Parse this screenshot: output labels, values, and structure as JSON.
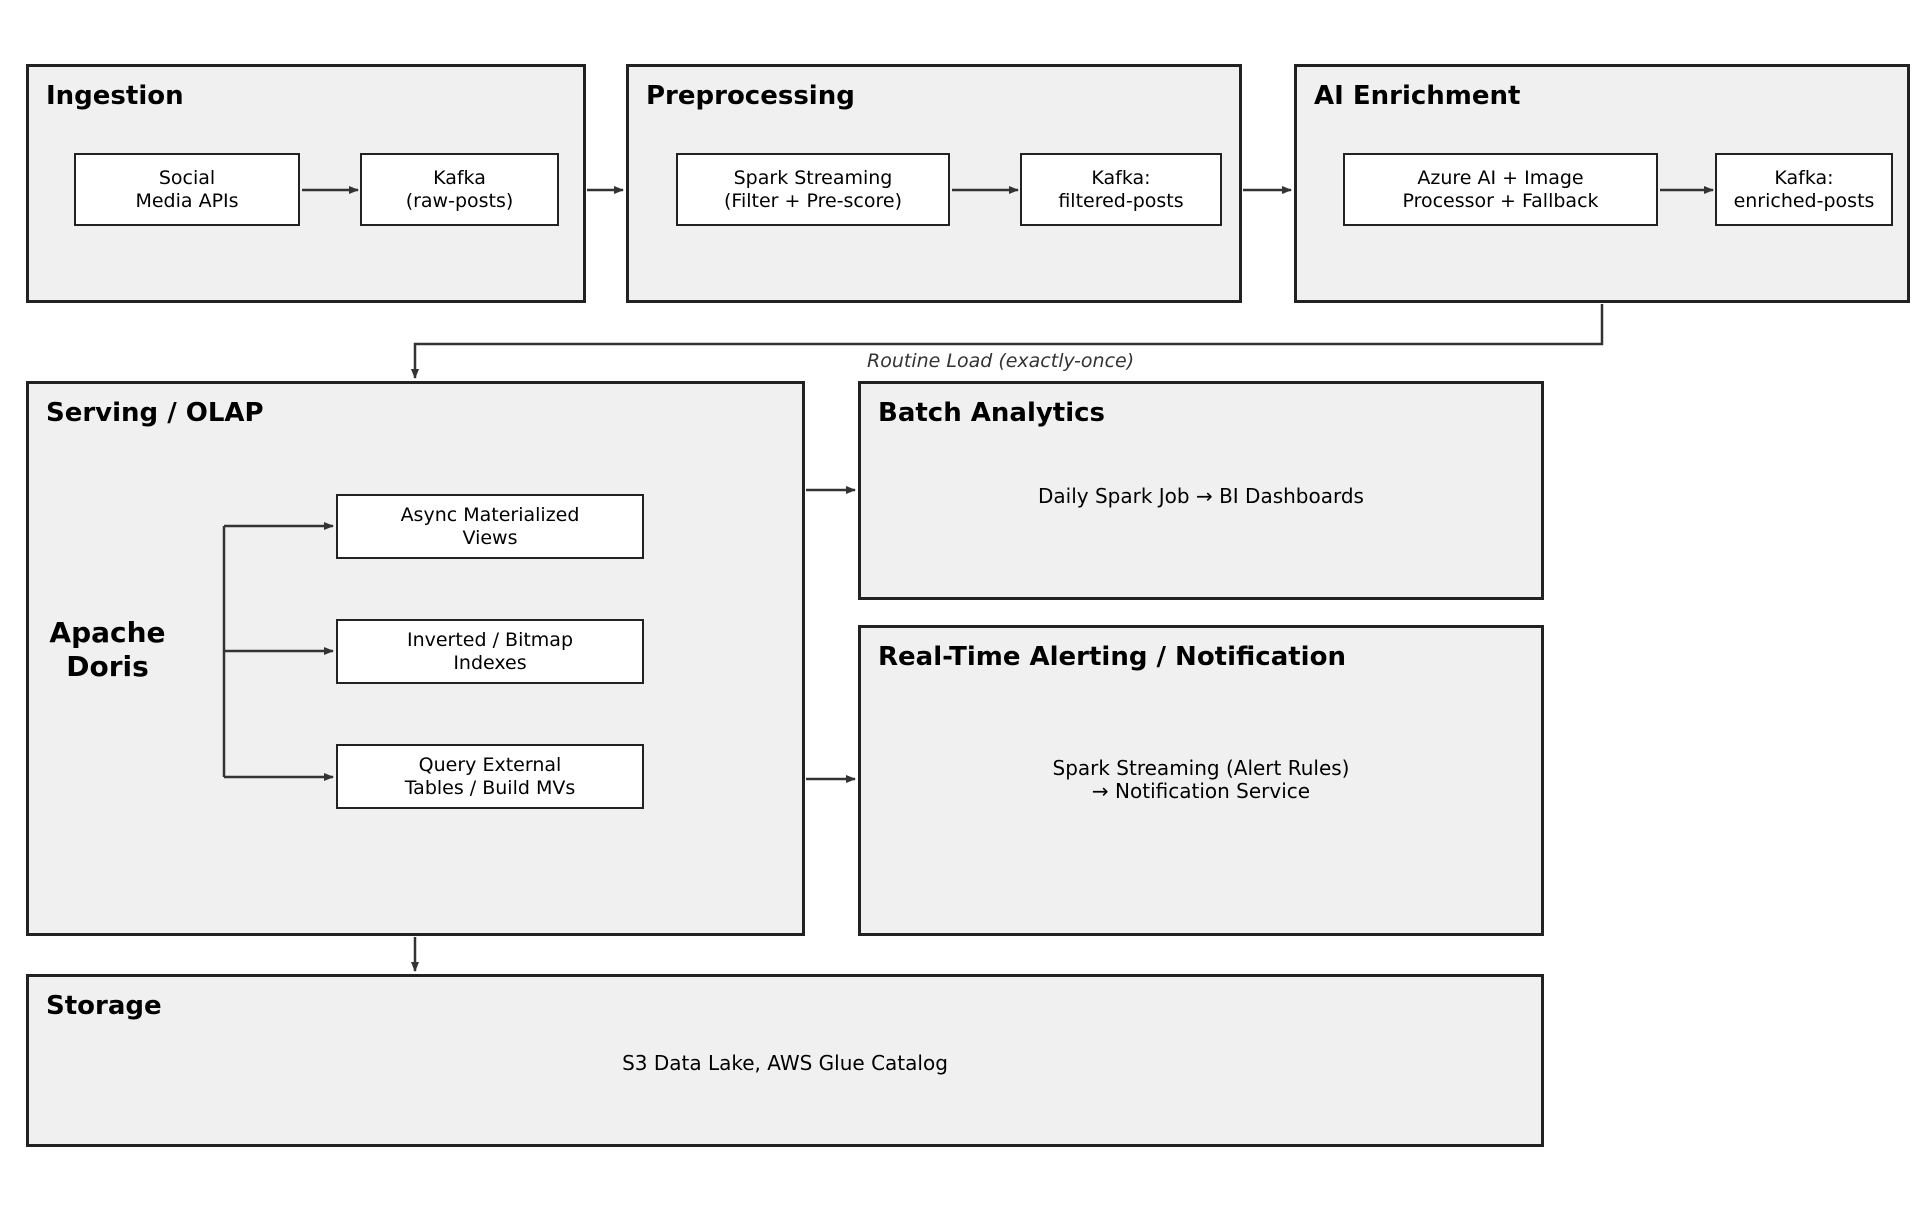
{
  "ingestion": {
    "title": "Ingestion",
    "social_media_apis": "Social\nMedia APIs",
    "kafka_raw_posts": "Kafka\n(raw-posts)"
  },
  "preprocessing": {
    "title": "Preprocessing",
    "spark_streaming": "Spark Streaming\n(Filter + Pre-score)",
    "kafka_filtered_posts": "Kafka:\nfiltered-posts"
  },
  "ai_enrichment": {
    "title": "AI Enrichment",
    "azure_ai": "Azure AI + Image\nProcessor + Fallback",
    "kafka_enriched_posts": "Kafka:\nenriched-posts"
  },
  "routine_load_label": "Routine Load (exactly-once)",
  "serving": {
    "title": "Serving / OLAP",
    "engine": "Apache\nDoris",
    "async_mv": "Async Materialized\nViews",
    "indexes": "Inverted / Bitmap\nIndexes",
    "external_tables": "Query External\nTables / Build MVs"
  },
  "batch_analytics": {
    "title": "Batch Analytics",
    "description": "Daily Spark Job → BI Dashboards"
  },
  "alerting": {
    "title": "Real-Time Alerting / Notification",
    "description": "Spark Streaming (Alert Rules)\n→ Notification Service"
  },
  "storage": {
    "title": "Storage",
    "description": "S3 Data Lake,  AWS Glue Catalog"
  },
  "colors": {
    "panel_fill": "#f0f0f0",
    "border": "#222222",
    "arrow": "#333333"
  }
}
